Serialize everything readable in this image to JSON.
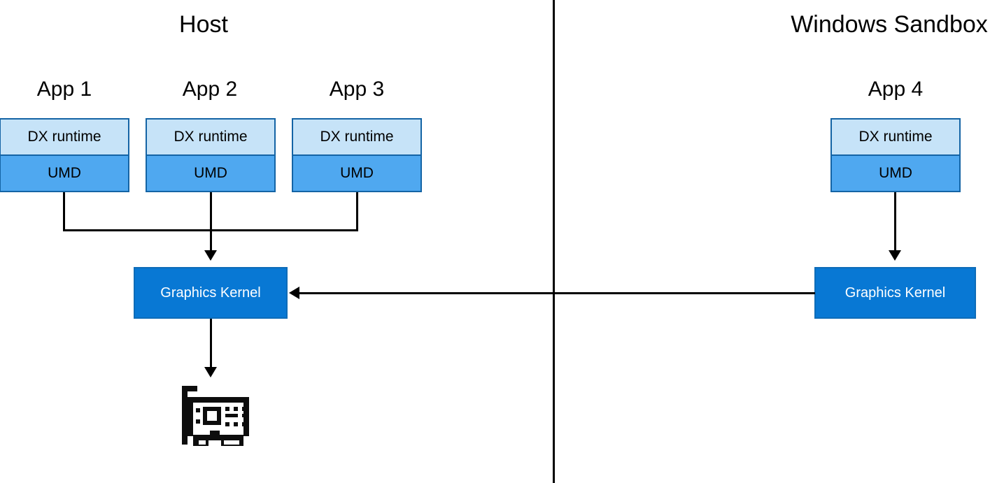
{
  "diagram": {
    "title_host": "Host",
    "title_sandbox": "Windows Sandbox",
    "colors": {
      "dx_runtime_fill": "#c6e3f8",
      "umd_fill": "#4fa8f0",
      "box_border": "#1464a5",
      "graphics_kernel_fill": "#0878d4",
      "graphics_kernel_text": "#ffffff",
      "connector": "#000000",
      "background": "#ffffff"
    },
    "host": {
      "label": "Host",
      "apps": [
        {
          "title": "App 1",
          "dx_runtime": "DX runtime",
          "umd": "UMD"
        },
        {
          "title": "App 2",
          "dx_runtime": "DX runtime",
          "umd": "UMD"
        },
        {
          "title": "App 3",
          "dx_runtime": "DX runtime",
          "umd": "UMD"
        }
      ],
      "graphics_kernel": "Graphics Kernel",
      "gpu_device": "gpu-card"
    },
    "sandbox": {
      "label": "Windows Sandbox",
      "apps": [
        {
          "title": "App 4",
          "dx_runtime": "DX runtime",
          "umd": "UMD"
        }
      ],
      "graphics_kernel": "Graphics Kernel"
    }
  }
}
